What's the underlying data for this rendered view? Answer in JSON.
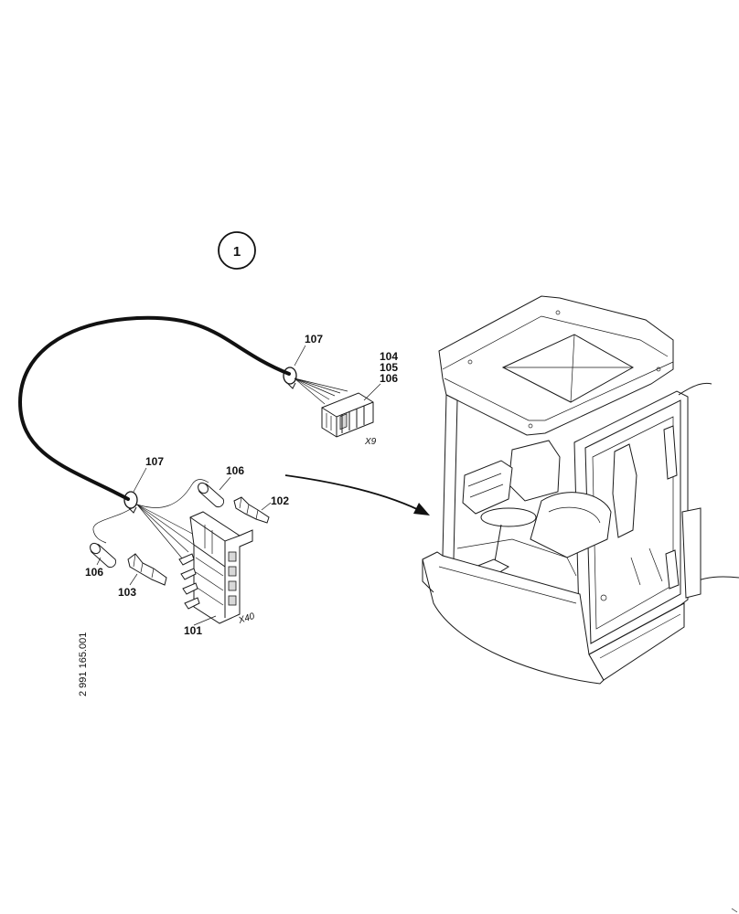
{
  "view_marker": "1",
  "labels": {
    "clip_upper": "107",
    "connector_upper_line1": "104",
    "connector_upper_line2": "105",
    "connector_upper_line3": "106",
    "clip_lower": "107",
    "seal_upper": "106",
    "pin_upper": "102",
    "seal_lower": "106",
    "pin_lower": "103",
    "housing": "101"
  },
  "connector_tags": {
    "upper": "X9",
    "lower": "X40"
  },
  "drawing_number": "2 991 165.001"
}
